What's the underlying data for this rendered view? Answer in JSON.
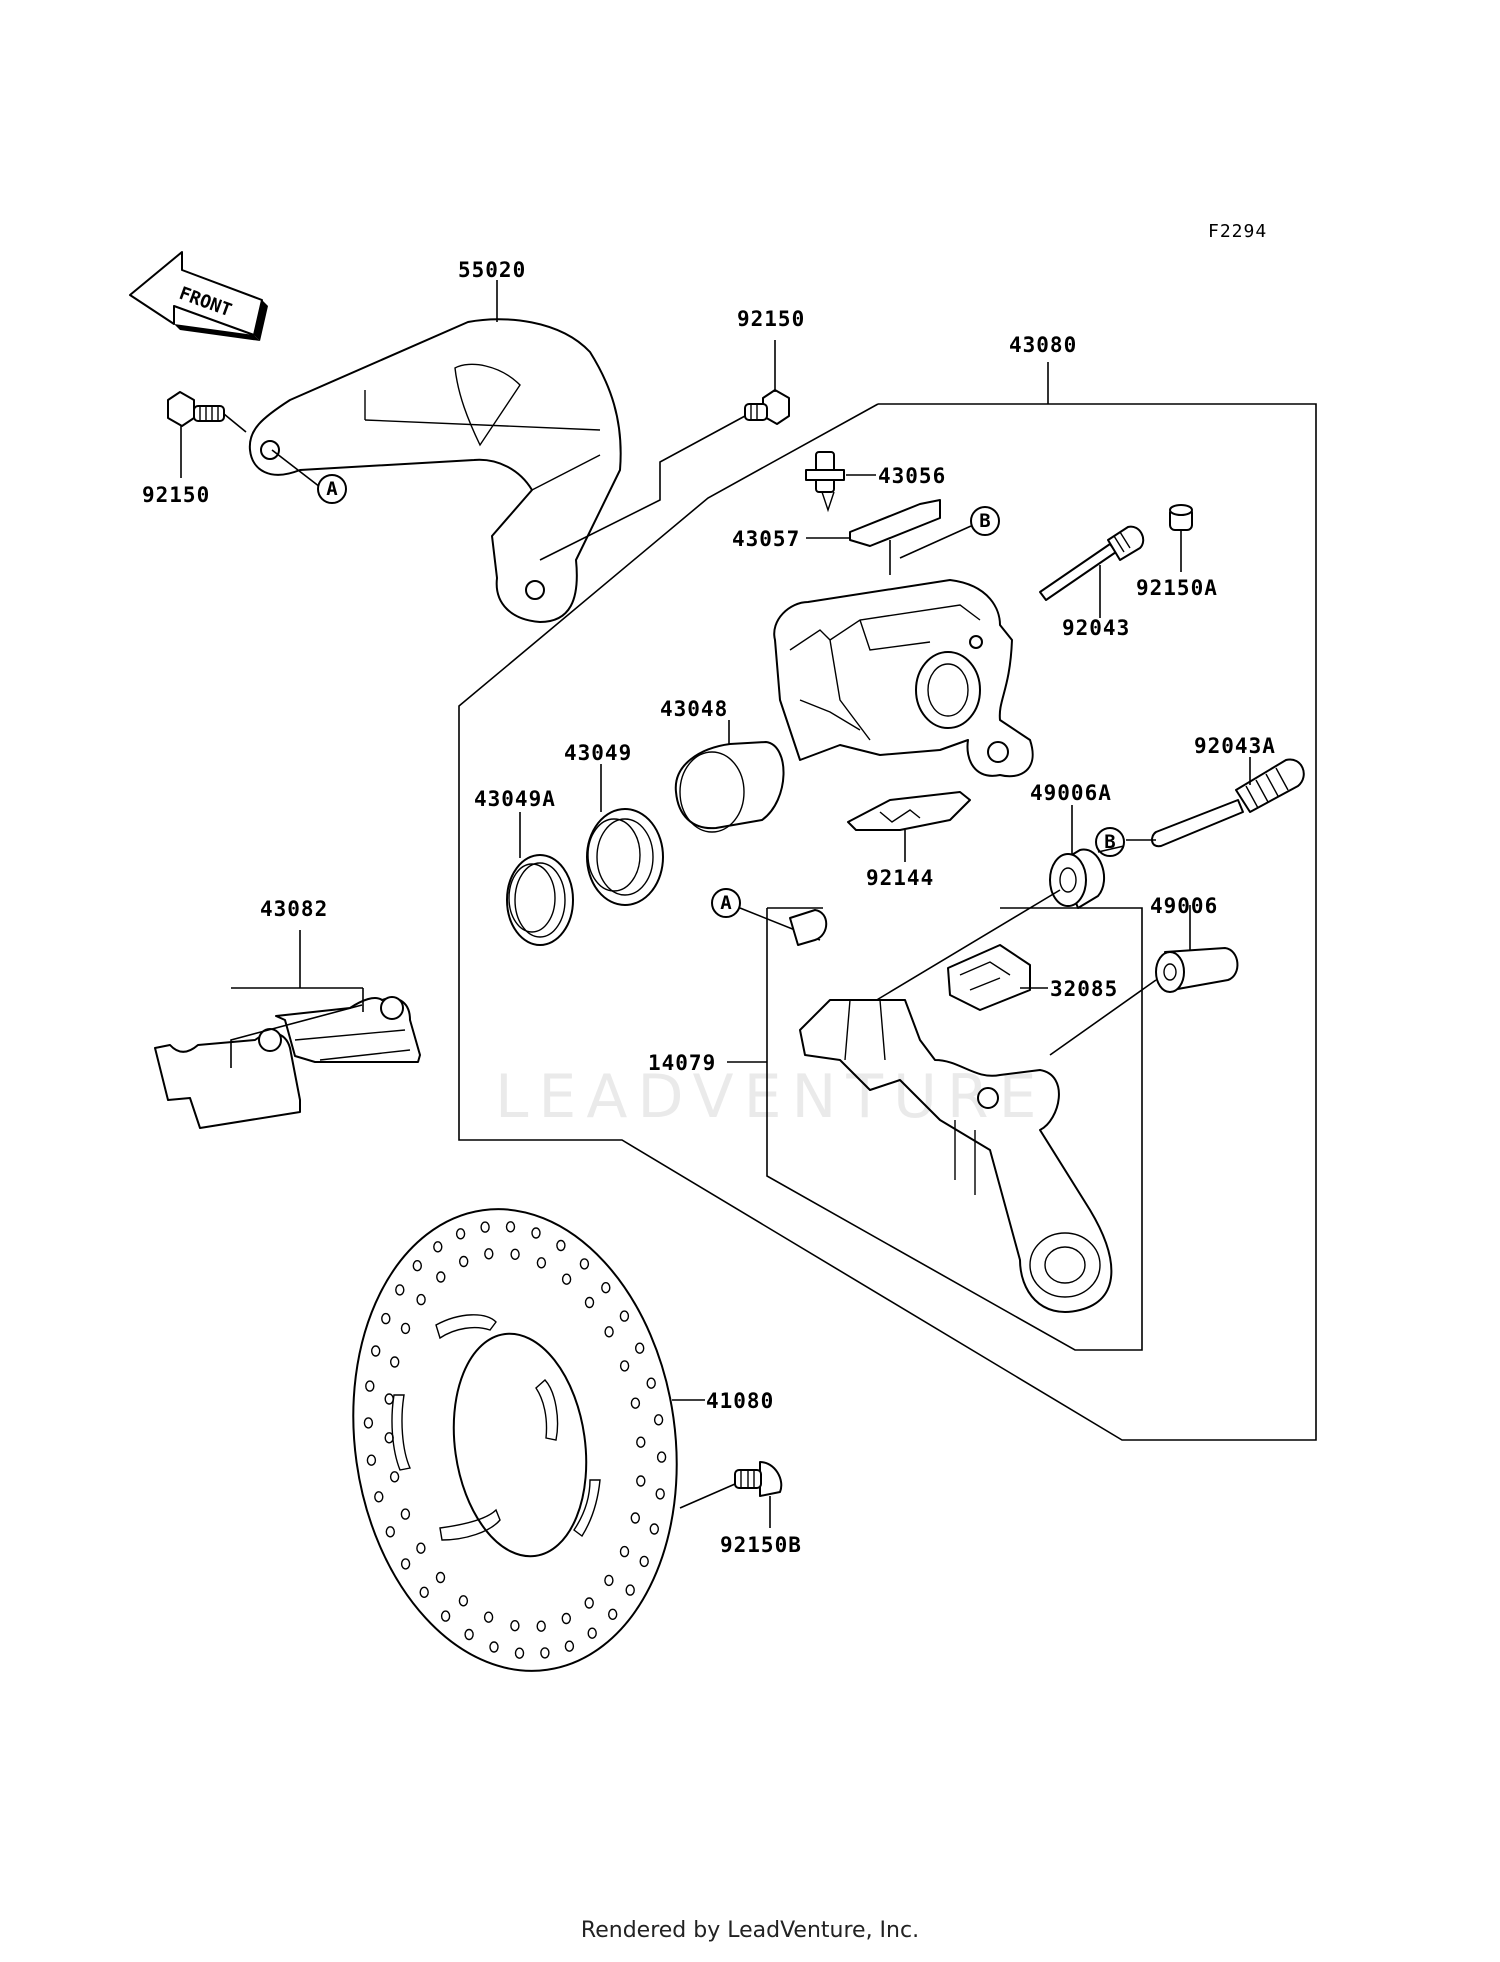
{
  "figure_code": "F2294",
  "front_label": "FRONT",
  "watermark": "LEADVENTURE",
  "footer": "Rendered by LeadVenture, Inc.",
  "callouts": {
    "c55020": "55020",
    "c92150_left": "92150",
    "c92150_top": "92150",
    "c43080": "43080",
    "c43056": "43056",
    "c43057": "43057",
    "c92150A": "92150A",
    "c92043": "92043",
    "c43048": "43048",
    "c43049": "43049",
    "c43049A": "43049A",
    "c92043A": "92043A",
    "c49006A": "49006A",
    "c92144": "92144",
    "c43082": "43082",
    "c49006": "49006",
    "c32085": "32085",
    "c14079": "14079",
    "c41080": "41080",
    "c92150B": "92150B"
  },
  "refs": {
    "a": "A",
    "b": "B"
  }
}
